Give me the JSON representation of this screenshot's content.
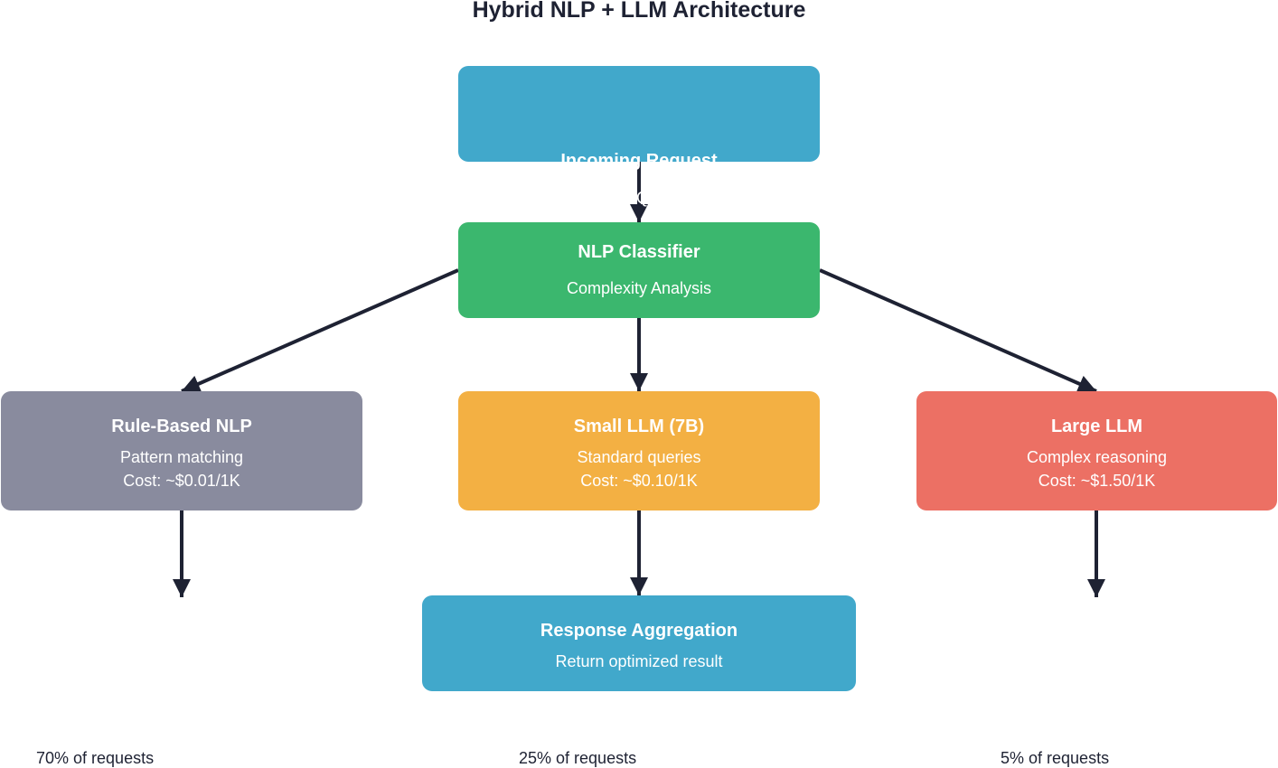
{
  "title": "Hybrid NLP + LLM Architecture",
  "nodes": {
    "incoming": {
      "title": "Incoming Request",
      "subtitle": "User Query",
      "color": "#41a8cb"
    },
    "classifier": {
      "title": "NLP Classifier",
      "subtitle": "Complexity Analysis",
      "color": "#3bb76e"
    },
    "rule_based": {
      "title": "Rule-Based NLP",
      "subtitle": "Pattern matching",
      "cost": "Cost: ~$0.01/1K",
      "color": "#898b9e"
    },
    "small_llm": {
      "title": "Small LLM (7B)",
      "subtitle": "Standard queries",
      "cost": "Cost: ~$0.10/1K",
      "color": "#f3b043"
    },
    "large_llm": {
      "title": "Large LLM",
      "subtitle": "Complex reasoning",
      "cost": "Cost: ~$1.50/1K",
      "color": "#ec7064"
    },
    "response": {
      "title": "Response Aggregation",
      "subtitle": "Return optimized result",
      "color": "#41a8cb"
    }
  },
  "footer": {
    "rule_share": "70% of requests",
    "small_share": "25% of requests",
    "large_share": "5% of requests"
  },
  "arrow_color": "#1e2233"
}
